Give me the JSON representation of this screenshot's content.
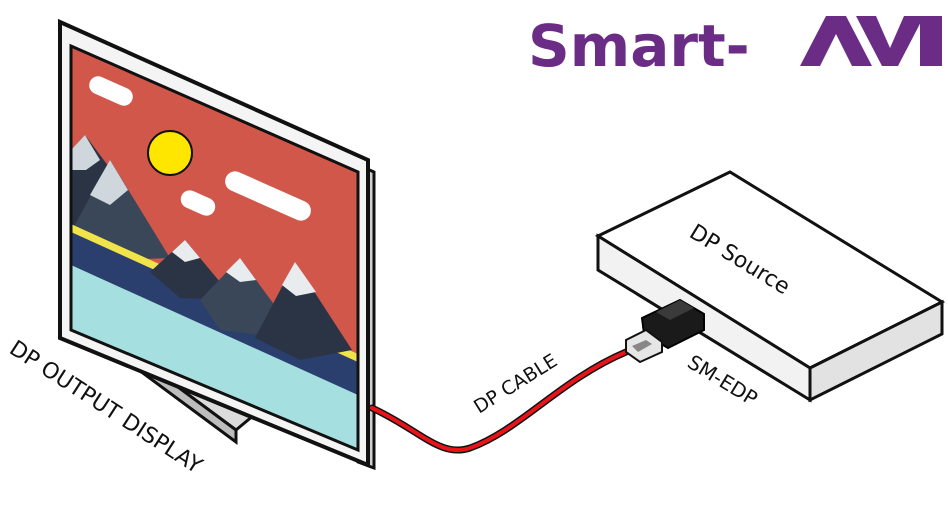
{
  "brand": {
    "name": "Smart-",
    "mark": "AVI",
    "color": "#6b2c86"
  },
  "labels": {
    "display": "DP OUTPUT DISPLAY",
    "cable": "DP CABLE",
    "source": "DP Source",
    "adapter": "SM-EDP"
  },
  "colors": {
    "cable": "#e8141a",
    "screen_sky": "#d2574b",
    "sun": "#ffe600",
    "water": "#a6dfe0",
    "band": "#2a3f6e",
    "mountain_dark": "#2a3444",
    "mountain_light": "#cfd6dc"
  }
}
